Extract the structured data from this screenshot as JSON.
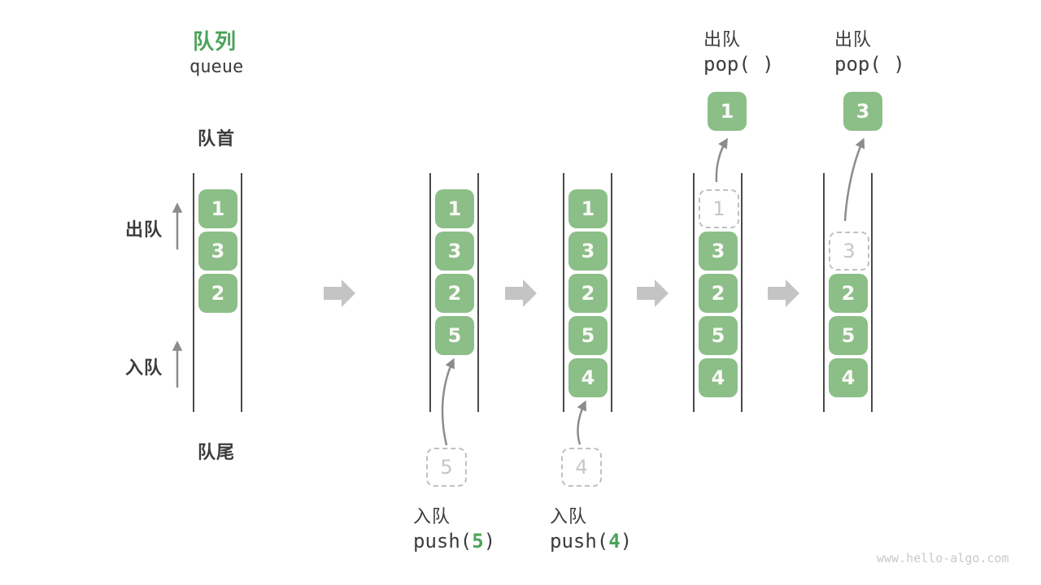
{
  "header": {
    "title_zh": "队列",
    "title_en": "queue"
  },
  "side": {
    "front": "队首",
    "dequeue": "出队",
    "enqueue": "入队",
    "rear": "队尾"
  },
  "ops": {
    "push5": {
      "label": "入队",
      "code_pre": "push(",
      "arg": "5",
      "code_post": ")"
    },
    "push4": {
      "label": "入队",
      "code_pre": "push(",
      "arg": "4",
      "code_post": ")"
    },
    "pop1": {
      "label": "出队",
      "code": "pop( )"
    },
    "pop3": {
      "label": "出队",
      "code": "pop( )"
    }
  },
  "states": [
    {
      "slots": [
        "1",
        "3",
        "2"
      ]
    },
    {
      "slots": [
        "1",
        "3",
        "2",
        "5"
      ],
      "pending": "5"
    },
    {
      "slots": [
        "1",
        "3",
        "2",
        "5",
        "4"
      ],
      "pending": "4"
    },
    {
      "ghost": "1",
      "slots": [
        "3",
        "2",
        "5",
        "4"
      ],
      "popped": "1"
    },
    {
      "ghost": "3",
      "slots": [
        "2",
        "5",
        "4"
      ],
      "popped": "3"
    }
  ],
  "watermark": "www.hello-algo.com",
  "colors": {
    "accent_green": "#4BA35A",
    "box_green": "#8CBE88",
    "text_dark": "#3C3C3C",
    "block_arrow_gray": "#C4C4C4",
    "thin_arrow_gray": "#8C8C8C",
    "dashed_gray": "#C0C0C0",
    "watermark_gray": "#C9C9C9",
    "column_line": "#4A4A4A"
  }
}
